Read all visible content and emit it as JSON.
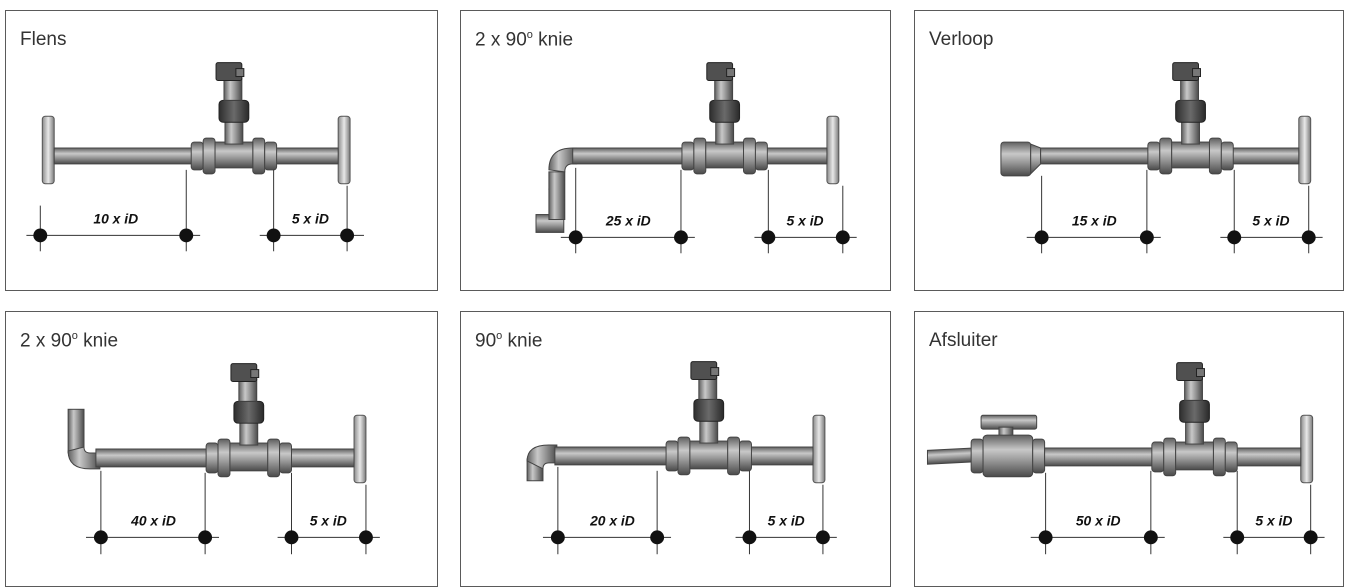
{
  "panels": [
    {
      "id": "flens",
      "title": "Flens",
      "upstream": "10 x iD",
      "downstream": "5 x iD",
      "upstream_fitting": "flange"
    },
    {
      "id": "double-elbow-top",
      "title_main": "2 x 90",
      "title_sup": "o",
      "title_tail": " knie",
      "upstream": "25 x iD",
      "downstream": "5 x iD",
      "upstream_fitting": "double-elbow-down"
    },
    {
      "id": "verloop",
      "title": "Verloop",
      "upstream": "15 x iD",
      "downstream": "5 x iD",
      "upstream_fitting": "reducer"
    },
    {
      "id": "double-elbow-bottom",
      "title_main": "2 x 90",
      "title_sup": "o",
      "title_tail": " knie",
      "upstream": "40 x iD",
      "downstream": "5 x iD",
      "upstream_fitting": "double-elbow-up"
    },
    {
      "id": "single-elbow",
      "title_main": "90",
      "title_sup": "o",
      "title_tail": " knie",
      "upstream": "20 x iD",
      "downstream": "5 x iD",
      "upstream_fitting": "elbow"
    },
    {
      "id": "afsluiter",
      "title": "Afsluiter",
      "upstream": "50 x iD",
      "downstream": "5 x iD",
      "upstream_fitting": "valve"
    }
  ]
}
